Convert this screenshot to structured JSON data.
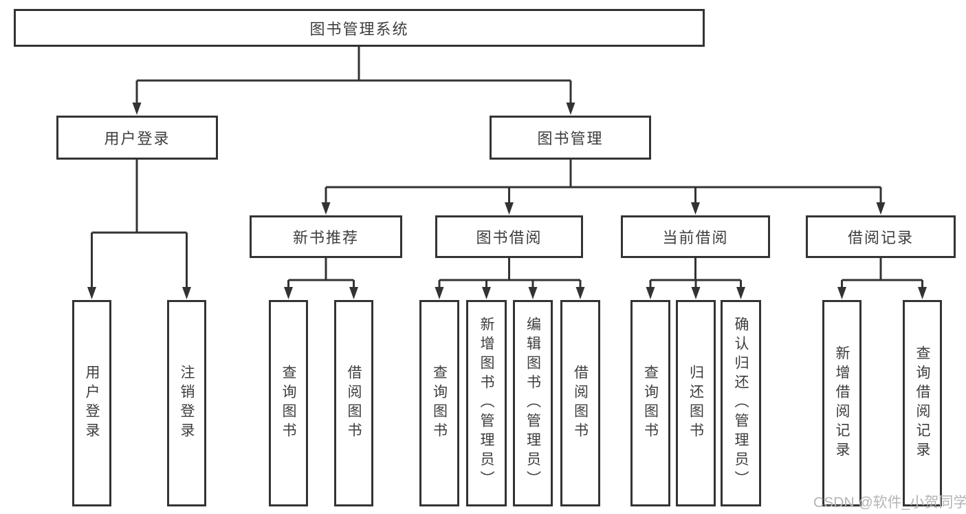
{
  "diagram": {
    "root": "图书管理系统",
    "branches": [
      {
        "label": "用户登录",
        "children": [
          "用户登录",
          "注销登录"
        ]
      },
      {
        "label": "图书管理",
        "sections": [
          {
            "label": "新书推荐",
            "children": [
              "查询图书",
              "借阅图书"
            ]
          },
          {
            "label": "图书借阅",
            "children": [
              "查询图书",
              "新增图书（管理员）",
              "编辑图书（管理员）",
              "借阅图书"
            ]
          },
          {
            "label": "当前借阅",
            "children": [
              "查询图书",
              "归还图书",
              "确认归还（管理员）"
            ]
          },
          {
            "label": "借阅记录",
            "children": [
              "新增借阅记录",
              "查询借阅记录"
            ]
          }
        ]
      }
    ]
  },
  "watermark": {
    "text": "CSDN @软件_小贺同学"
  },
  "colors": {
    "line": "#333333",
    "box_border": "#333333",
    "text": "#3d3d3d",
    "watermark": "#b4b4b4",
    "background": "#ffffff"
  }
}
